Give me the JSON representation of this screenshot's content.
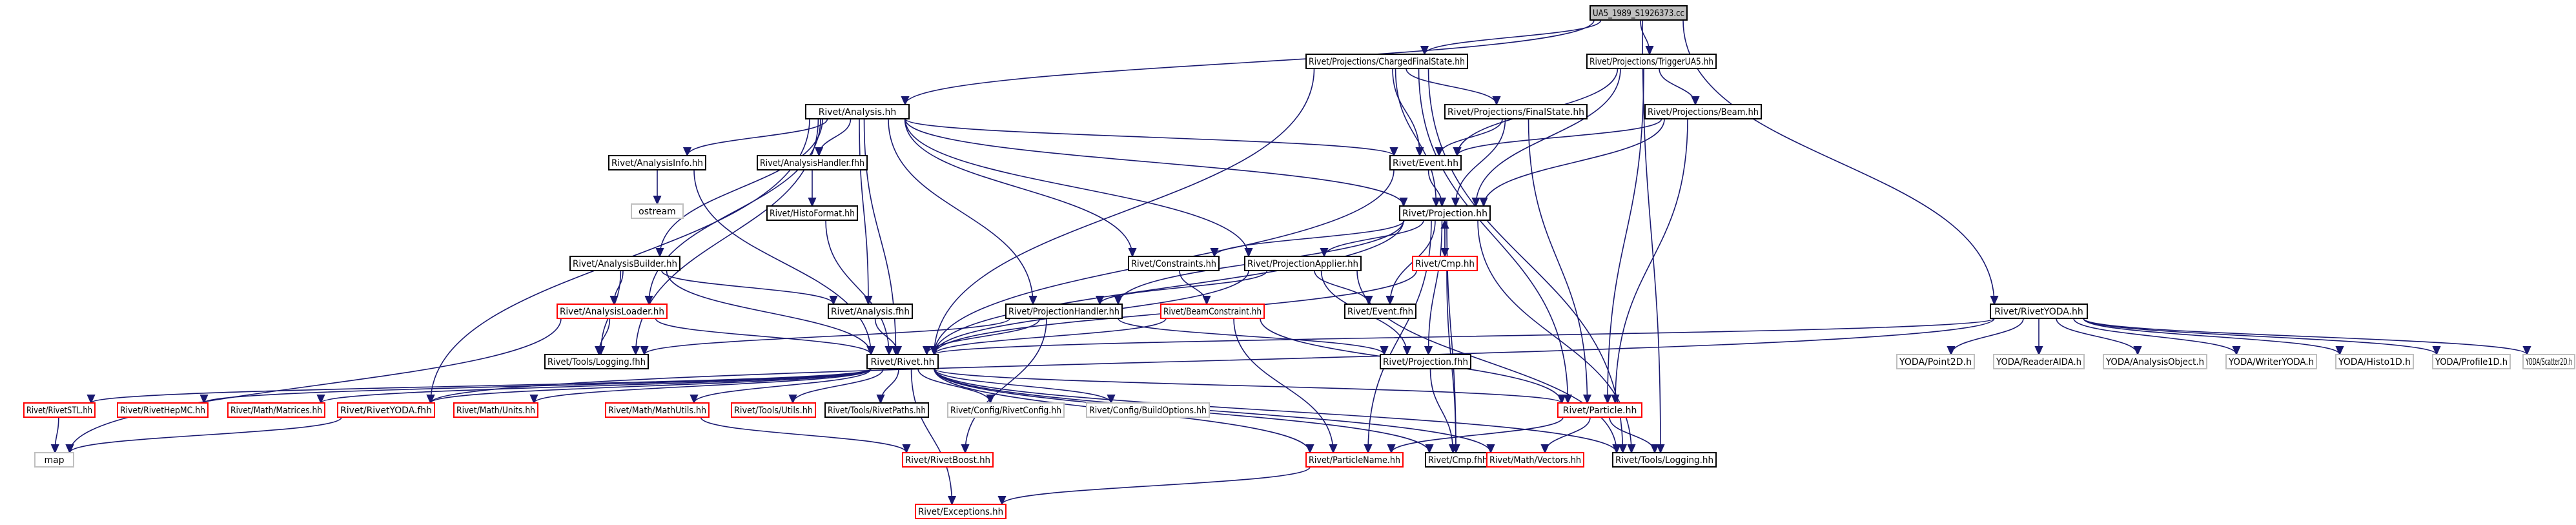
{
  "colors": {
    "edge": "#191970",
    "root_fill": "#bfbfbf",
    "border_black": "#000000",
    "border_red": "#ff0000",
    "border_grey": "#bfbfbf"
  },
  "nodes": [
    {
      "id": "root",
      "label": "UA5_1989_S1926373.cc",
      "kind": "root"
    },
    {
      "id": "chargedfs",
      "label": "Rivet/Projections/ChargedFinalState.hh",
      "kind": "black"
    },
    {
      "id": "trigua5",
      "label": "Rivet/Projections/TriggerUA5.hh",
      "kind": "black"
    },
    {
      "id": "analysis",
      "label": "Rivet/Analysis.hh",
      "kind": "black"
    },
    {
      "id": "finalstate",
      "label": "Rivet/Projections/FinalState.hh",
      "kind": "black"
    },
    {
      "id": "beam",
      "label": "Rivet/Projections/Beam.hh",
      "kind": "black"
    },
    {
      "id": "analysisinfo",
      "label": "Rivet/AnalysisInfo.hh",
      "kind": "black"
    },
    {
      "id": "analysishandler",
      "label": "Rivet/AnalysisHandler.fhh",
      "kind": "black"
    },
    {
      "id": "event",
      "label": "Rivet/Event.hh",
      "kind": "black"
    },
    {
      "id": "ostream",
      "label": "ostream",
      "kind": "grey"
    },
    {
      "id": "histoformat",
      "label": "Rivet/HistoFormat.hh",
      "kind": "black"
    },
    {
      "id": "projection",
      "label": "Rivet/Projection.hh",
      "kind": "black"
    },
    {
      "id": "analysisbuilder",
      "label": "Rivet/AnalysisBuilder.hh",
      "kind": "black"
    },
    {
      "id": "constraints",
      "label": "Rivet/Constraints.hh",
      "kind": "black"
    },
    {
      "id": "projapplier",
      "label": "Rivet/ProjectionApplier.hh",
      "kind": "black"
    },
    {
      "id": "cmp",
      "label": "Rivet/Cmp.hh",
      "kind": "red"
    },
    {
      "id": "analysisloader",
      "label": "Rivet/AnalysisLoader.hh",
      "kind": "red"
    },
    {
      "id": "analysisfhh",
      "label": "Rivet/Analysis.fhh",
      "kind": "black"
    },
    {
      "id": "projhandler",
      "label": "Rivet/ProjectionHandler.hh",
      "kind": "black"
    },
    {
      "id": "beamconstraint",
      "label": "Rivet/BeamConstraint.hh",
      "kind": "red"
    },
    {
      "id": "eventfhh",
      "label": "Rivet/Event.fhh",
      "kind": "black"
    },
    {
      "id": "rivetyodahh",
      "label": "Rivet/RivetYODA.hh",
      "kind": "black"
    },
    {
      "id": "toolslogfhh",
      "label": "Rivet/Tools/Logging.fhh",
      "kind": "black"
    },
    {
      "id": "rivethh",
      "label": "Rivet/Rivet.hh",
      "kind": "black"
    },
    {
      "id": "projfhh",
      "label": "Rivet/Projection.fhh",
      "kind": "black"
    },
    {
      "id": "particle",
      "label": "Rivet/Particle.hh",
      "kind": "red"
    },
    {
      "id": "rivetstl",
      "label": "Rivet/RivetSTL.hh",
      "kind": "red"
    },
    {
      "id": "rivethepmc",
      "label": "Rivet/RivetHepMC.hh",
      "kind": "red"
    },
    {
      "id": "matrices",
      "label": "Rivet/Math/Matrices.hh",
      "kind": "red"
    },
    {
      "id": "rivetyodafhh",
      "label": "Rivet/RivetYODA.fhh",
      "kind": "red"
    },
    {
      "id": "units",
      "label": "Rivet/Math/Units.hh",
      "kind": "red"
    },
    {
      "id": "mathutils",
      "label": "Rivet/Math/MathUtils.hh",
      "kind": "red"
    },
    {
      "id": "toolsutils",
      "label": "Rivet/Tools/Utils.hh",
      "kind": "red"
    },
    {
      "id": "rivetpaths",
      "label": "Rivet/Tools/RivetPaths.hh",
      "kind": "black"
    },
    {
      "id": "rivetconfig",
      "label": "Rivet/Config/RivetConfig.hh",
      "kind": "grey"
    },
    {
      "id": "buildoptions",
      "label": "Rivet/Config/BuildOptions.hh",
      "kind": "grey"
    },
    {
      "id": "cmpfhh",
      "label": "Rivet/Cmp.fhh",
      "kind": "black"
    },
    {
      "id": "yodapoint2d",
      "label": "YODA/Point2D.h",
      "kind": "grey"
    },
    {
      "id": "yodareader",
      "label": "YODA/ReaderAIDA.h",
      "kind": "grey"
    },
    {
      "id": "yodaanalysisobj",
      "label": "YODA/AnalysisObject.h",
      "kind": "grey"
    },
    {
      "id": "yodawriter",
      "label": "YODA/WriterYODA.h",
      "kind": "grey"
    },
    {
      "id": "yodahisto1d",
      "label": "YODA/Histo1D.h",
      "kind": "grey"
    },
    {
      "id": "yodaprofile1d",
      "label": "YODA/Profile1D.h",
      "kind": "grey"
    },
    {
      "id": "yodascatter2d",
      "label": "YODA/Scatter2D.h",
      "kind": "grey"
    },
    {
      "id": "map",
      "label": "map",
      "kind": "grey"
    },
    {
      "id": "rivetboost",
      "label": "Rivet/RivetBoost.hh",
      "kind": "red"
    },
    {
      "id": "particlename",
      "label": "Rivet/ParticleName.hh",
      "kind": "red"
    },
    {
      "id": "vectors",
      "label": "Rivet/Math/Vectors.hh",
      "kind": "red"
    },
    {
      "id": "toolslogging",
      "label": "Rivet/Tools/Logging.hh",
      "kind": "black"
    },
    {
      "id": "exceptions",
      "label": "Rivet/Exceptions.hh",
      "kind": "red"
    }
  ],
  "edges": [
    [
      "root",
      "chargedfs"
    ],
    [
      "root",
      "trigua5"
    ],
    [
      "root",
      "analysis"
    ],
    [
      "root",
      "rivetyodahh"
    ],
    [
      "root",
      "toolslogging"
    ],
    [
      "chargedfs",
      "finalstate"
    ],
    [
      "chargedfs",
      "event"
    ],
    [
      "chargedfs",
      "projection"
    ],
    [
      "chargedfs",
      "rivethh"
    ],
    [
      "chargedfs",
      "particle"
    ],
    [
      "chargedfs",
      "toolslogging"
    ],
    [
      "trigua5",
      "beam"
    ],
    [
      "trigua5",
      "event"
    ],
    [
      "trigua5",
      "projection"
    ],
    [
      "trigua5",
      "particle"
    ],
    [
      "finalstate",
      "event"
    ],
    [
      "finalstate",
      "projection"
    ],
    [
      "finalstate",
      "particle"
    ],
    [
      "beam",
      "event"
    ],
    [
      "beam",
      "projection"
    ],
    [
      "beam",
      "particle"
    ],
    [
      "analysis",
      "analysisinfo"
    ],
    [
      "analysis",
      "analysishandler"
    ],
    [
      "analysis",
      "event"
    ],
    [
      "analysis",
      "projection"
    ],
    [
      "analysis",
      "analysisbuilder"
    ],
    [
      "analysis",
      "constraints"
    ],
    [
      "analysis",
      "projapplier"
    ],
    [
      "analysis",
      "analysisloader"
    ],
    [
      "analysis",
      "analysisfhh"
    ],
    [
      "analysis",
      "projhandler"
    ],
    [
      "analysis",
      "rivethh"
    ],
    [
      "analysis",
      "toolslogfhh"
    ],
    [
      "analysis",
      "rivetyodafhh"
    ],
    [
      "analysisinfo",
      "ostream"
    ],
    [
      "analysisinfo",
      "rivethh"
    ],
    [
      "analysishandler",
      "histoformat"
    ],
    [
      "histoformat",
      "rivethh"
    ],
    [
      "event",
      "projection"
    ],
    [
      "event",
      "rivethh"
    ],
    [
      "projection",
      "constraints"
    ],
    [
      "projection",
      "projapplier"
    ],
    [
      "projection",
      "cmp"
    ],
    [
      "projection",
      "eventfhh"
    ],
    [
      "projection",
      "projhandler"
    ],
    [
      "projection",
      "rivethh"
    ],
    [
      "projection",
      "projfhh"
    ],
    [
      "projection",
      "cmpfhh"
    ],
    [
      "projection",
      "particlename"
    ],
    [
      "projection",
      "toolslogging"
    ],
    [
      "analysisbuilder",
      "analysisloader"
    ],
    [
      "analysisbuilder",
      "analysisfhh"
    ],
    [
      "analysisbuilder",
      "rivethh"
    ],
    [
      "analysisbuilder",
      "toolslogfhh"
    ],
    [
      "constraints",
      "beamconstraint"
    ],
    [
      "projapplier",
      "projhandler"
    ],
    [
      "projapplier",
      "eventfhh"
    ],
    [
      "projapplier",
      "rivethh"
    ],
    [
      "projapplier",
      "toolslogging"
    ],
    [
      "projapplier",
      "projfhh"
    ],
    [
      "cmp",
      "projection"
    ],
    [
      "cmp",
      "rivethh"
    ],
    [
      "cmp",
      "cmpfhh"
    ],
    [
      "analysisloader",
      "rivethh"
    ],
    [
      "analysisloader",
      "toolslogfhh"
    ],
    [
      "analysisloader",
      "map"
    ],
    [
      "analysisfhh",
      "rivethh"
    ],
    [
      "projhandler",
      "rivethh"
    ],
    [
      "projhandler",
      "projfhh"
    ],
    [
      "projhandler",
      "toolslogfhh"
    ],
    [
      "projhandler",
      "rivetboost"
    ],
    [
      "beamconstraint",
      "rivethh"
    ],
    [
      "beamconstraint",
      "particle"
    ],
    [
      "beamconstraint",
      "particlename"
    ],
    [
      "rivetyodahh",
      "rivethh"
    ],
    [
      "rivetyodahh",
      "rivetyodafhh"
    ],
    [
      "rivetyodahh",
      "yodapoint2d"
    ],
    [
      "rivetyodahh",
      "yodareader"
    ],
    [
      "rivetyodahh",
      "yodaanalysisobj"
    ],
    [
      "rivetyodahh",
      "yodawriter"
    ],
    [
      "rivetyodahh",
      "yodahisto1d"
    ],
    [
      "rivetyodahh",
      "yodaprofile1d"
    ],
    [
      "rivetyodahh",
      "yodascatter2d"
    ],
    [
      "rivethh",
      "rivetstl"
    ],
    [
      "rivethh",
      "rivethepmc"
    ],
    [
      "rivethh",
      "matrices"
    ],
    [
      "rivethh",
      "rivetyodafhh"
    ],
    [
      "rivethh",
      "units"
    ],
    [
      "rivethh",
      "mathutils"
    ],
    [
      "rivethh",
      "toolsutils"
    ],
    [
      "rivethh",
      "rivetpaths"
    ],
    [
      "rivethh",
      "rivetconfig"
    ],
    [
      "rivethh",
      "buildoptions"
    ],
    [
      "rivethh",
      "cmpfhh"
    ],
    [
      "rivethh",
      "particle"
    ],
    [
      "rivethh",
      "vectors"
    ],
    [
      "rivethh",
      "toolslogging"
    ],
    [
      "rivethh",
      "exceptions"
    ],
    [
      "rivethh",
      "particlename"
    ],
    [
      "projfhh",
      "cmpfhh"
    ],
    [
      "particle",
      "particlename"
    ],
    [
      "particle",
      "vectors"
    ],
    [
      "particle",
      "toolslogging"
    ],
    [
      "rivetstl",
      "map"
    ],
    [
      "rivetyodafhh",
      "map"
    ],
    [
      "mathutils",
      "rivetboost"
    ],
    [
      "particlename",
      "exceptions"
    ]
  ]
}
